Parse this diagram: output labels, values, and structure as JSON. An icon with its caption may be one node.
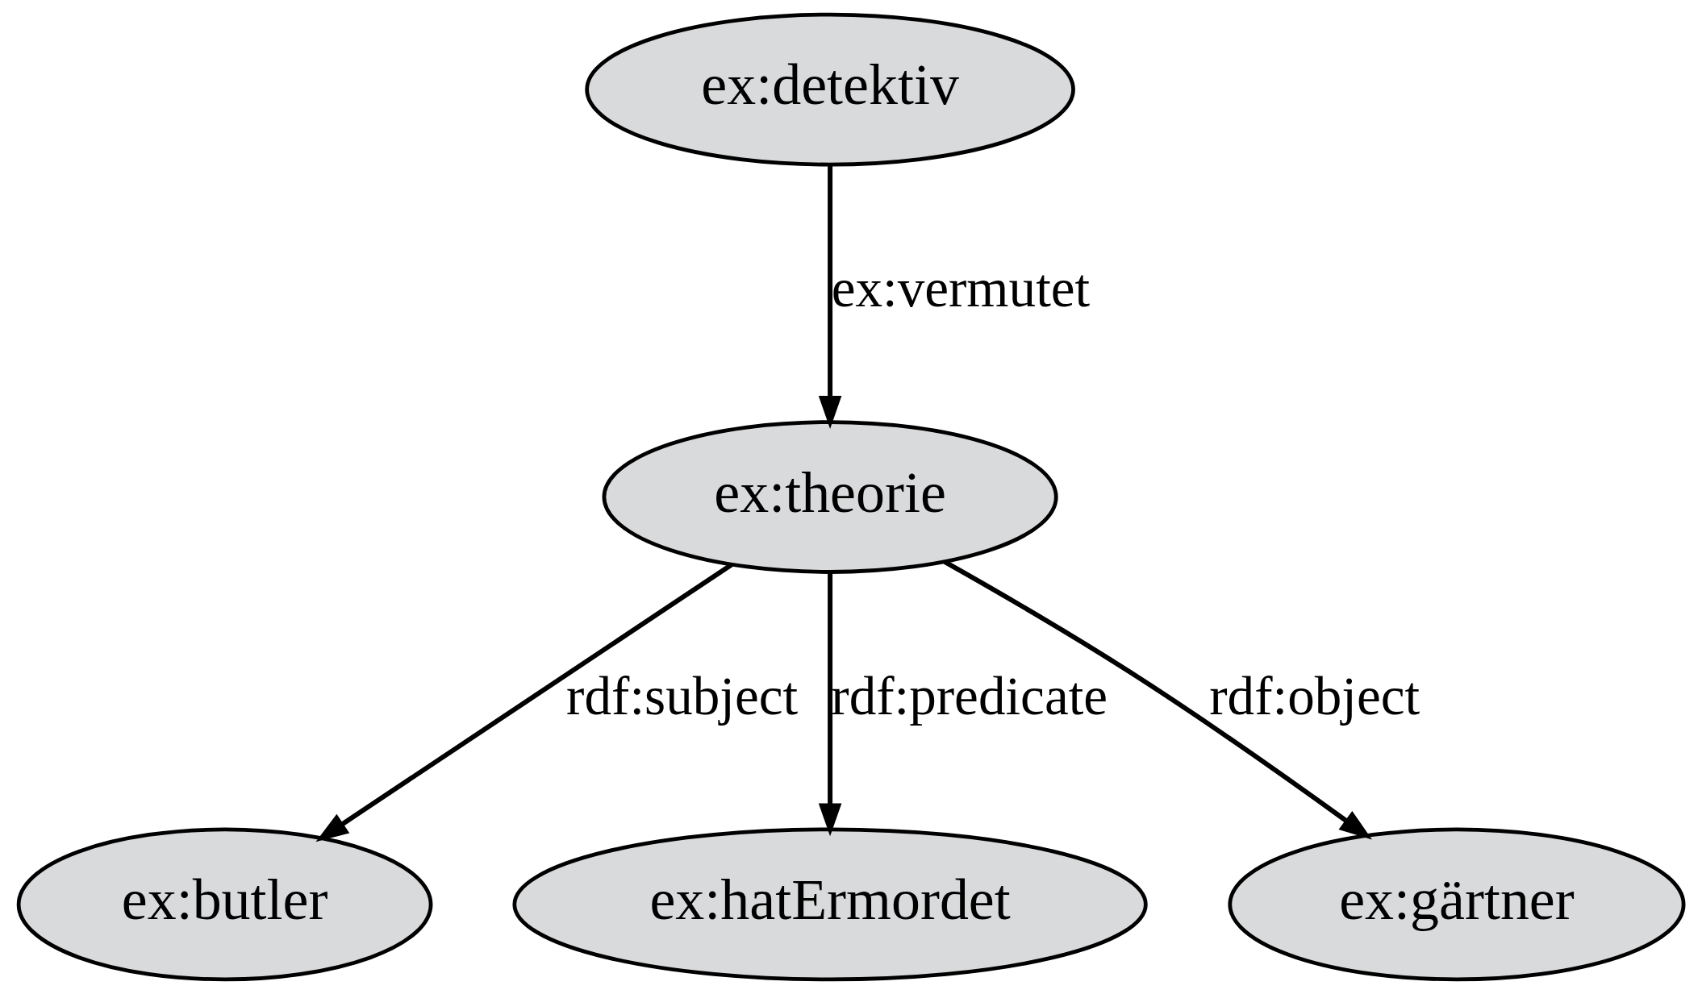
{
  "diagram": {
    "nodes": [
      {
        "text": [
          "ex:detektiv"
        ]
      },
      {
        "text": [
          "ex:theorie"
        ]
      },
      {
        "text": [
          "ex:butler"
        ]
      },
      {
        "text": [
          "ex:hatErmordet"
        ]
      },
      {
        "text": [
          "ex:gärtner"
        ]
      }
    ],
    "edges": [
      {
        "from": 0,
        "to": 1,
        "arrow": "to",
        "label": "ex:vermutet"
      },
      {
        "from": 1,
        "to": 2,
        "arrow": "to",
        "label": "rdf:subject"
      },
      {
        "from": 1,
        "to": 3,
        "arrow": "to",
        "label": "rdf:predicate"
      },
      {
        "from": 1,
        "to": 4,
        "arrow": "to",
        "label": "rdf:object"
      }
    ]
  }
}
